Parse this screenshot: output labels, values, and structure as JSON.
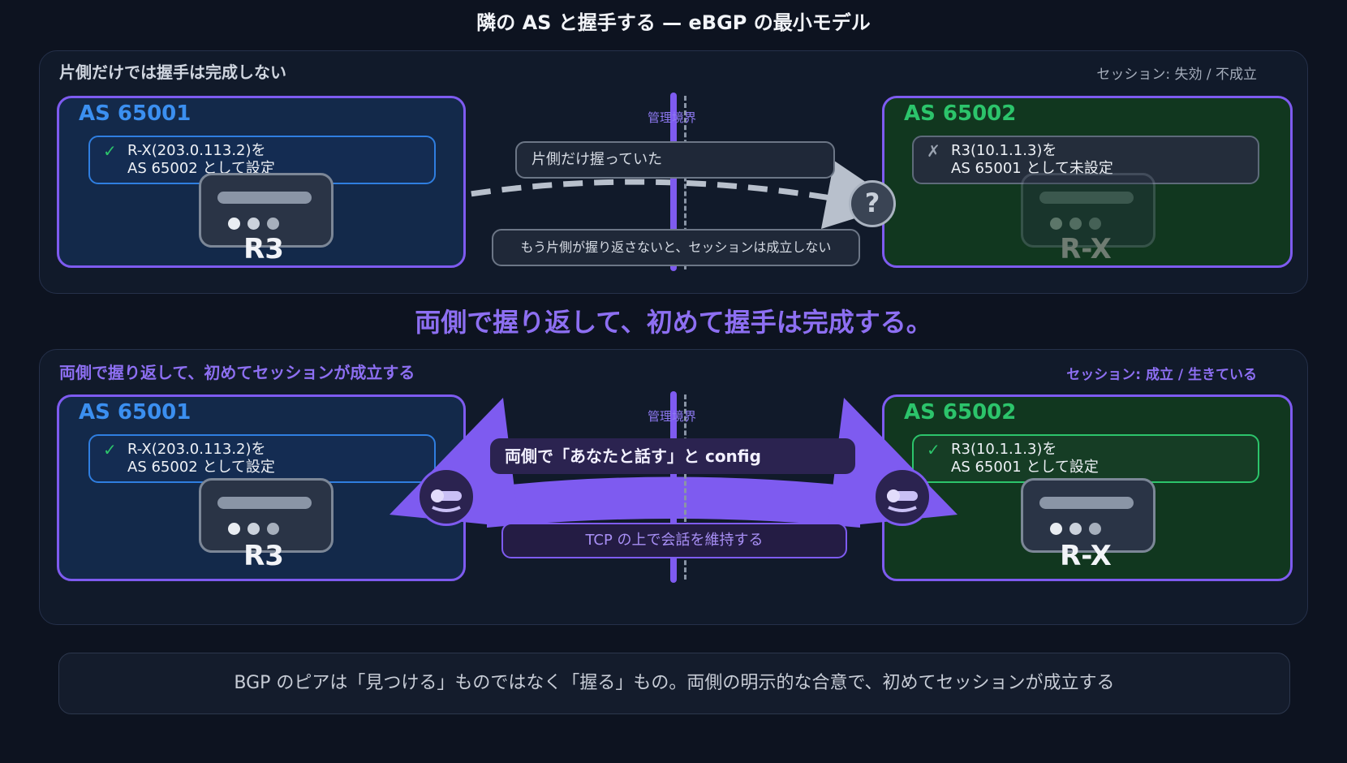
{
  "title": "隣の AS と握手する — eBGP の最小モデル",
  "colors": {
    "accent": "#7e5bf0",
    "as_left_label": "#3b8ff0",
    "as_right_label": "#2cc46b",
    "check": "#2cc46b"
  },
  "top_panel": {
    "title": "片側だけでは握手は完成しない",
    "status": "セッション: 失効 / 不成立",
    "boundary_label": "管理境界",
    "left": {
      "as_label": "AS 65001",
      "config_mark": "✓",
      "config_line1": "R-X(203.0.113.2)を",
      "config_line2": "AS 65002 として設定",
      "router_name": "R3"
    },
    "right": {
      "as_label": "AS 65002",
      "config_mark": "✗",
      "config_line1": "R3(10.1.1.3)を",
      "config_line2": "AS 65001 として未設定",
      "router_name": "R-X"
    },
    "callout_top": "片側だけ握っていた",
    "callout_bottom": "もう片側が握り返さないと、セッションは成立しない",
    "unknown_icon": "question-icon",
    "unknown_glyph": "?"
  },
  "middle_message": "両側で握り返して、初めて握手は完成する。",
  "bottom_panel": {
    "title": "両側で握り返して、初めてセッションが成立する",
    "status": "セッション: 成立 / 生きている",
    "boundary_label": "管理境界",
    "left": {
      "as_label": "AS 65001",
      "config_mark": "✓",
      "config_line1": "R-X(203.0.113.2)を",
      "config_line2": "AS 65002 として設定",
      "router_name": "R3"
    },
    "right": {
      "as_label": "AS 65002",
      "config_mark": "✓",
      "config_line1": "R3(10.1.1.3)を",
      "config_line2": "AS 65001 として設定",
      "router_name": "R-X"
    },
    "callout_top": "両側で「あなたと話す」と config",
    "callout_bottom": "TCP の上で会話を維持する",
    "handshake_icon": "handshake-icon"
  },
  "footer": "BGP のピアは「見つける」ものではなく「握る」もの。両側の明示的な合意で、初めてセッションが成立する"
}
